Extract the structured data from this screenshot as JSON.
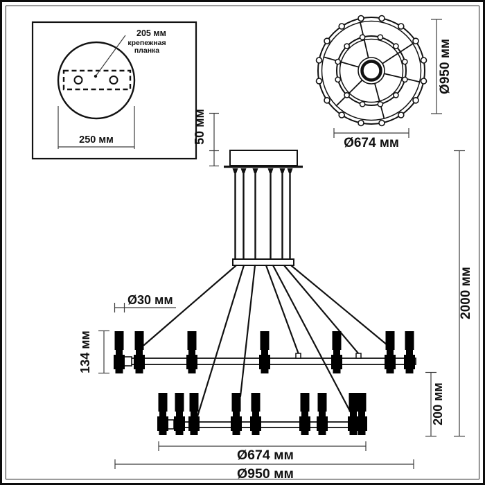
{
  "drawing": {
    "inset": {
      "plate_width": "205 мм",
      "plate_label_line1": "крепежная",
      "plate_label_line2": "планка",
      "canopy_diameter": "250 мм"
    },
    "top_view": {
      "outer_diameter": "Ø950 мм",
      "inner_diameter": "Ø674 мм"
    },
    "side_view": {
      "canopy_height": "50 мм",
      "total_height": "2000 мм",
      "lamp_diameter": "Ø30 мм",
      "lamp_height": "134 мм",
      "ring_spacing": "200 мм",
      "inner_ring_diameter": "Ø674 мм",
      "outer_ring_diameter": "Ø950 мм"
    }
  }
}
